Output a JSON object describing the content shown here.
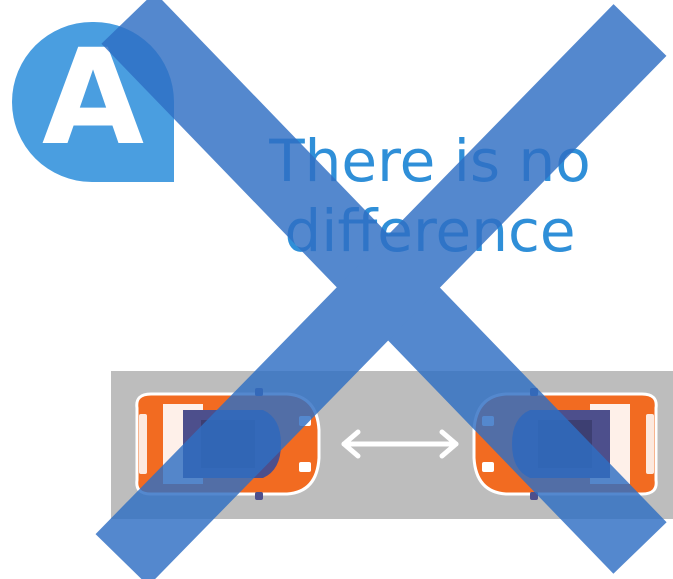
{
  "badge": {
    "letter": "A",
    "color": "#4a9ee0"
  },
  "headline": {
    "line1": "There is no",
    "line2": "difference",
    "color": "#2f8fd8"
  },
  "illustration": {
    "road_color": "#bdbdbd",
    "car_color": "#f26b21",
    "window_color": "#4d4f8c",
    "arrow_icon": "double-headed-arrow",
    "cars": [
      "left-car",
      "right-car"
    ]
  },
  "overlay": {
    "mark": "x-cross",
    "color": "#2f6fc4"
  }
}
